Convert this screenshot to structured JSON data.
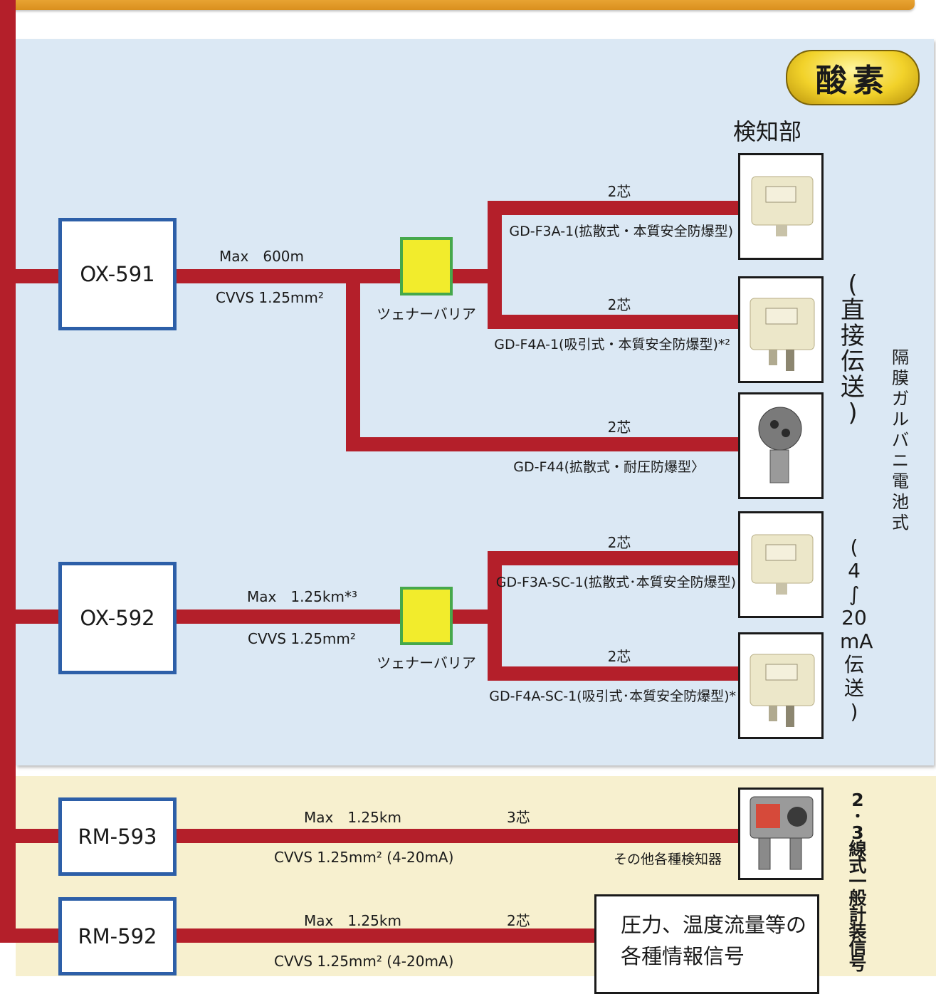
{
  "badge": "酸素",
  "detector_header": "検知部",
  "controllers": [
    "OX-591",
    "OX-592",
    "RM-593",
    "RM-592"
  ],
  "barrier_label": "ツェナーバリア",
  "cores": {
    "two": "2芯",
    "three": "3芯"
  },
  "ox591": {
    "max": "Max　600m",
    "cable": "CVVS 1.25mm²",
    "detectors": [
      "GD-F3A-1(拡散式・本質安全防爆型)",
      "GD-F4A-1(吸引式・本質安全防爆型)*²",
      "GD-F44(拡散式・耐圧防爆型〉"
    ]
  },
  "ox592": {
    "max": "Max　1.25km*³",
    "cable": "CVVS 1.25mm²",
    "detectors": [
      "GD-F3A-SC-1(拡散式･本質安全防爆型)",
      "GD-F4A-SC-1(吸引式･本質安全防爆型)*"
    ]
  },
  "rm593": {
    "max": "Max　1.25km",
    "cable": "CVVS 1.25mm² (4-20mA)",
    "note": "その他各種検知器"
  },
  "rm592": {
    "max": "Max　1.25km",
    "cable": "CVVS 1.25mm² (4-20mA)",
    "info_lines": [
      "圧力、温度流量等の",
      "各種情報信号"
    ]
  },
  "side_labels": {
    "direct": [
      "(",
      "直",
      "接",
      "伝",
      "送",
      ")"
    ],
    "type": [
      "隔",
      "膜",
      "ガ",
      "ル",
      "バ",
      "ニ",
      "電",
      "池",
      "式"
    ],
    "current": [
      "(",
      "4",
      "∫",
      "20",
      "mA",
      "伝",
      "送",
      ")"
    ],
    "general": [
      "2",
      "･",
      "3",
      "線",
      "式",
      "一",
      "般",
      "計",
      "装",
      "信",
      "号"
    ]
  },
  "colors": {
    "line": "#b41f2a",
    "panel": "#dbe8f4",
    "cream": "#f7f0cf",
    "box_border": "#2d5fa8",
    "barrier": "#f2ec2c"
  }
}
